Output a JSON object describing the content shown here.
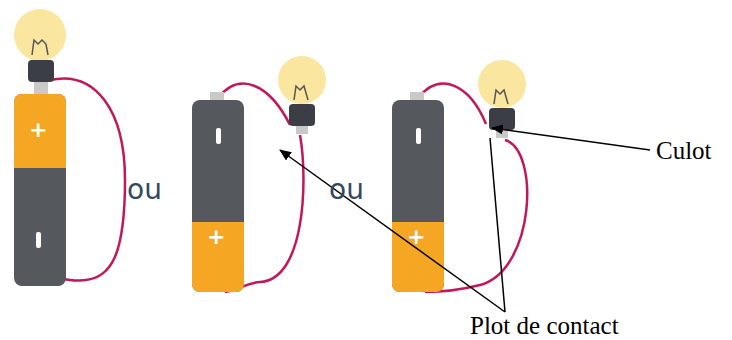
{
  "diagram": {
    "labels": [
      "+",
      "+",
      "+",
      "ou",
      "ou",
      "Culot",
      "Plot de contact"
    ]
  }
}
